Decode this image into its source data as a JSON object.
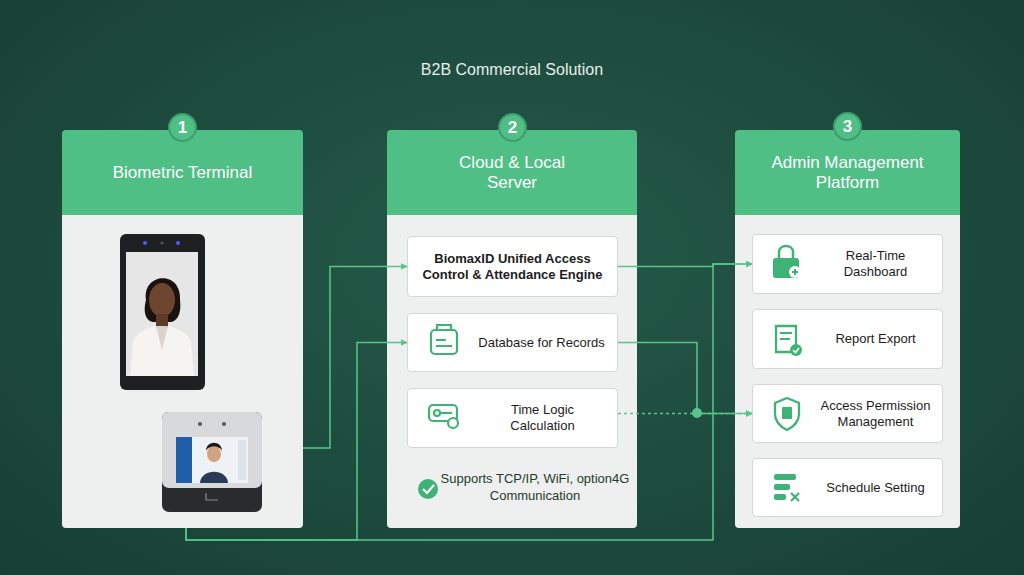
{
  "diagram": {
    "title": "B2B Commercial Solution",
    "nodes": [
      {
        "text": [
          "1"
        ]
      },
      {
        "text": [
          "Biometric Terminal"
        ]
      },
      {
        "text": [
          "2"
        ]
      },
      {
        "text": [
          "Cloud & Local Server"
        ]
      },
      {
        "text": [
          "BiomaxID Unified Access Control & Attendance Engine"
        ],
        "in": 3
      },
      {
        "text": [
          "Database for Records"
        ],
        "in": 3
      },
      {
        "text": [
          "Time Logic Calculation"
        ],
        "in": 3
      },
      {
        "text": [
          "3"
        ]
      },
      {
        "text": [
          "Admin Management Platform"
        ]
      },
      {
        "text": [
          "Real-Time Dashboard"
        ],
        "in": 8
      },
      {
        "text": [
          "Report Export"
        ],
        "in": 8
      },
      {
        "text": [
          "Access Permission Management"
        ],
        "in": 8
      },
      {
        "text": [
          "Schedule Setting"
        ],
        "in": 8
      }
    ],
    "edges": [
      {
        "from": 1,
        "to": 4,
        "arrow": "to"
      },
      {
        "from": 1,
        "to": 5,
        "arrow": "to"
      },
      {
        "from": 1,
        "to": 9,
        "arrow": "to"
      },
      {
        "from": 4,
        "to": 9,
        "arrow": "to"
      },
      {
        "from": 5,
        "to": 11,
        "arrow": "to"
      },
      {
        "from": 6,
        "to": 11,
        "arrow": "to"
      }
    ],
    "labels": [
      "Supports TCP/IP, WiFi, option4G Communication"
    ]
  }
}
